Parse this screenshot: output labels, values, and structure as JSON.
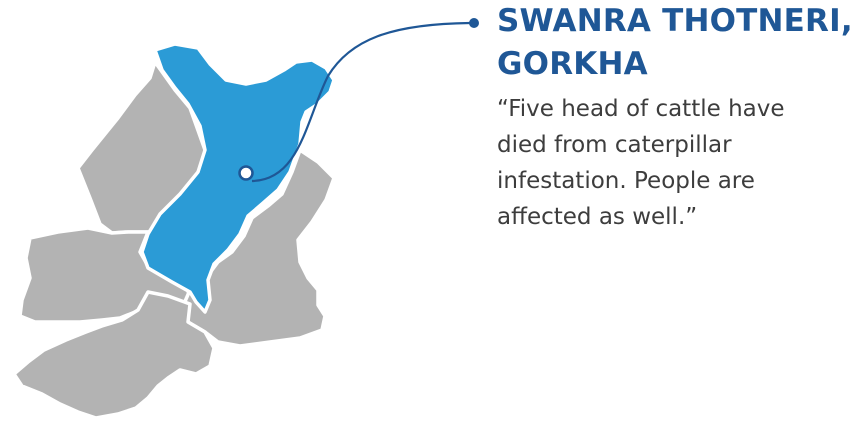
{
  "callout": {
    "location_lines": [
      "SWANRA THOTNERI,",
      "GORKHA"
    ],
    "quote_lines": [
      "“Five head of cattle have",
      "died from caterpillar",
      "infestation. People are",
      "affected as well.”"
    ]
  },
  "colors": {
    "highlight_region": "#2b9bd6",
    "other_regions": "#b3b3b3",
    "border": "#ffffff",
    "connector": "#1f5796",
    "title_text": "#1f5796",
    "quote_text": "#3d3d3d"
  }
}
